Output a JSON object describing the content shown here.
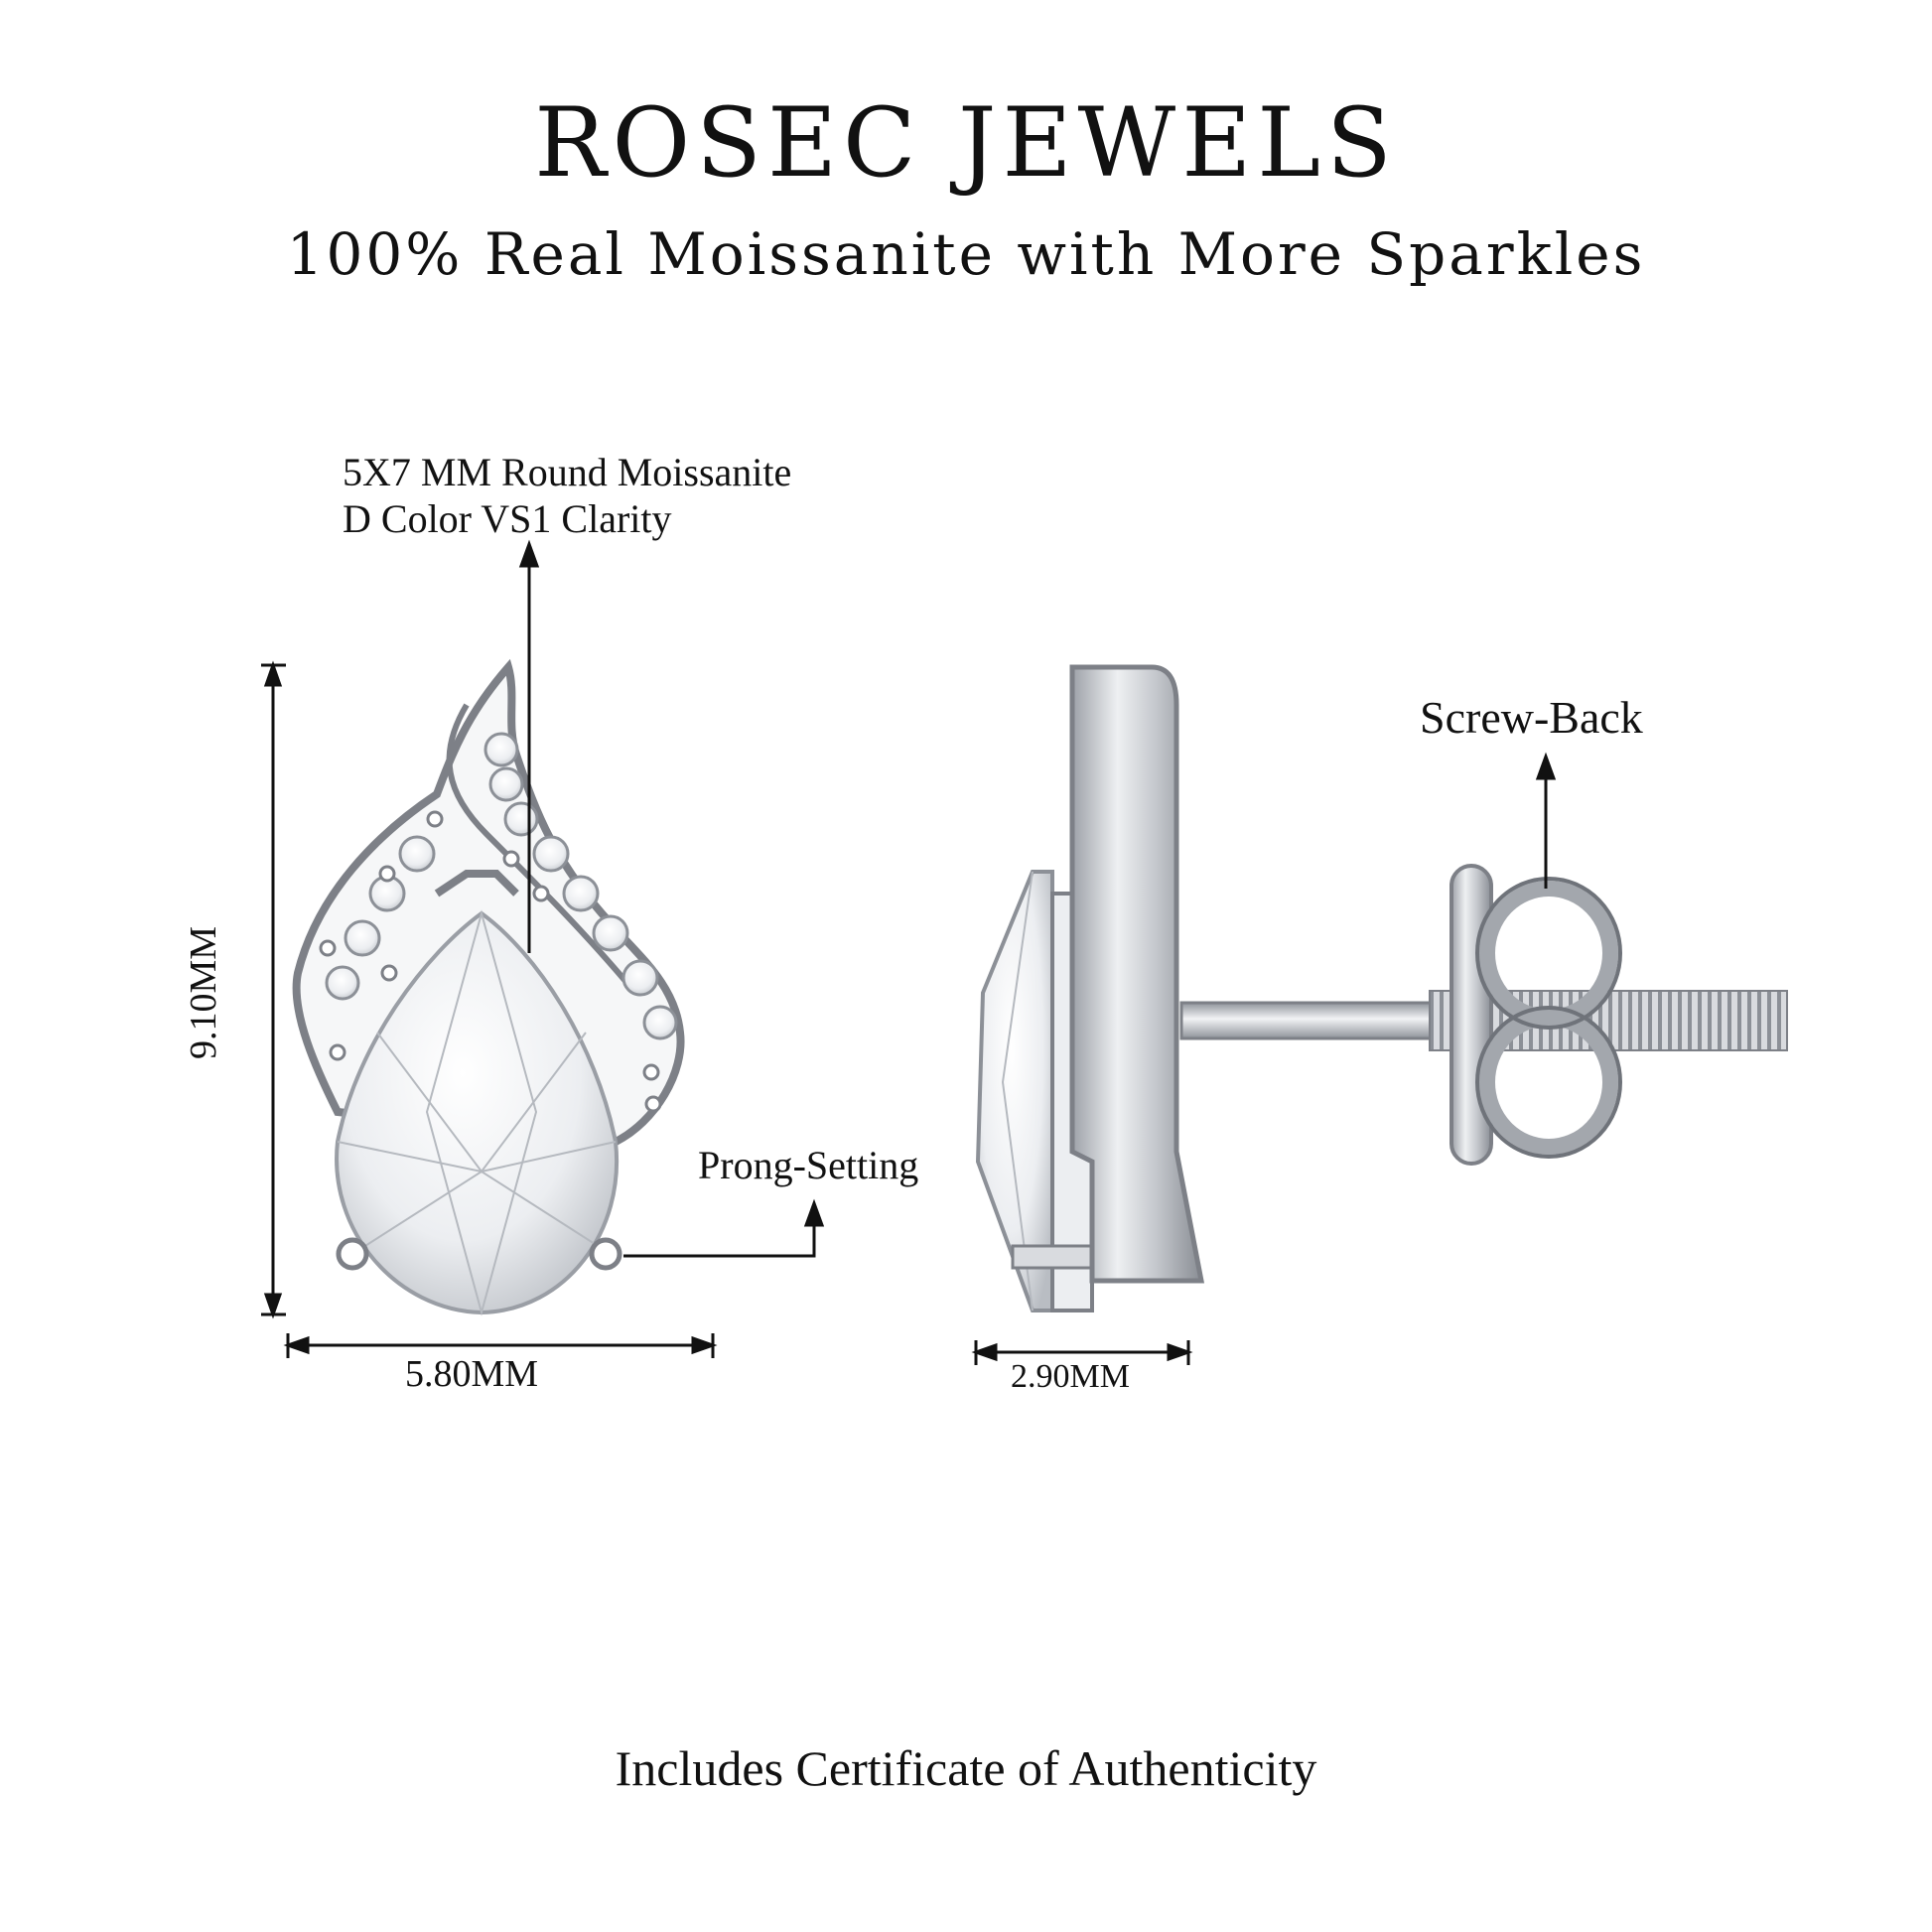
{
  "header": {
    "brand": "ROSEC JEWELS",
    "tagline": "100% Real Moissanite with More Sparkles"
  },
  "callouts": {
    "stone_line1": "5X7 MM Round Moissanite",
    "stone_line2": "D Color VS1 Clarity",
    "prong": "Prong-Setting",
    "screw": "Screw-Back"
  },
  "dimensions": {
    "height": "9.10MM",
    "width": "5.80MM",
    "depth": "2.90MM"
  },
  "footer": {
    "text": "Includes Certificate of Authenticity"
  },
  "colors": {
    "metal": "#c9ccd1",
    "metal_dark": "#7d8087",
    "ink": "#111111"
  }
}
